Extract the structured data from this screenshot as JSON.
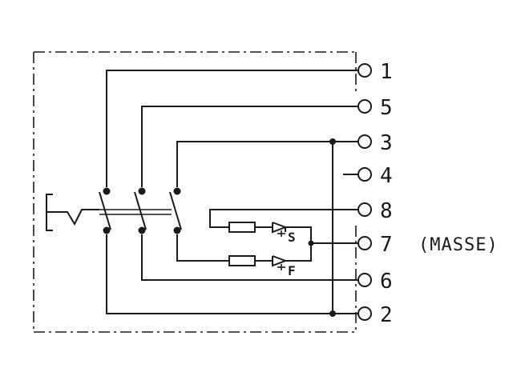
{
  "diagram": {
    "terminals": [
      "1",
      "5",
      "3",
      "4",
      "8",
      "7",
      "6",
      "2"
    ],
    "sensor_labels": [
      "S",
      "F"
    ],
    "ground_label": "(MASSE)"
  },
  "colors": {
    "ink": "#1a1a1a",
    "background": "#ffffff"
  }
}
